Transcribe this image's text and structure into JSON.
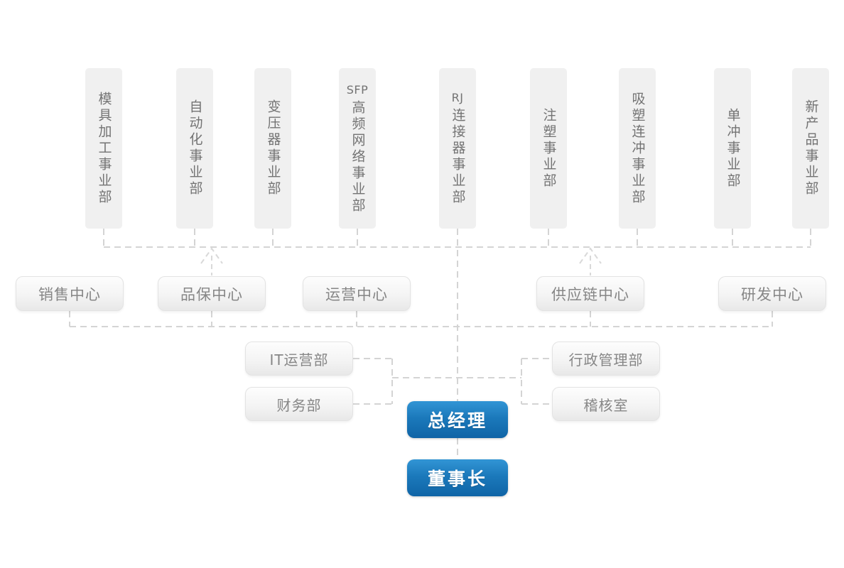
{
  "org": {
    "business_units": [
      {
        "prefix": "",
        "label": "模具加工事业部"
      },
      {
        "prefix": "",
        "label": "自动化事业部"
      },
      {
        "prefix": "",
        "label": "变压器事业部"
      },
      {
        "prefix": "SFP",
        "label": "高频网络事业部"
      },
      {
        "prefix": "RJ",
        "label": "连接器事业部"
      },
      {
        "prefix": "",
        "label": "注塑事业部"
      },
      {
        "prefix": "",
        "label": "吸塑连冲事业部"
      },
      {
        "prefix": "",
        "label": "单冲事业部"
      },
      {
        "prefix": "",
        "label": "新产品事业部"
      }
    ],
    "centers": [
      {
        "label": "销售中心"
      },
      {
        "label": "品保中心"
      },
      {
        "label": "运营中心"
      },
      {
        "label": "供应链中心"
      },
      {
        "label": "研发中心"
      }
    ],
    "staff_departments_left": [
      {
        "label": "IT运营部"
      },
      {
        "label": "财务部"
      }
    ],
    "staff_departments_right": [
      {
        "label": "行政管理部"
      },
      {
        "label": "稽核室"
      }
    ],
    "general_manager": "总经理",
    "chairman": "董事长"
  },
  "colors": {
    "executive_blue_top": "#3295d5",
    "executive_blue_bottom": "#0f64a6",
    "unit_box_gray": "#f0f0f0",
    "connector_line": "#d4d4d4",
    "text_gray": "#868686"
  }
}
